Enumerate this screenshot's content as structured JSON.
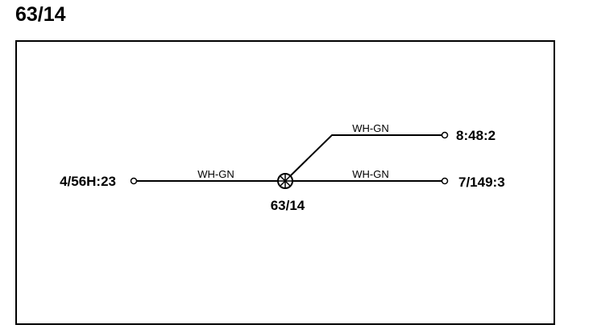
{
  "title": "63/14",
  "splice": {
    "label": "63/14"
  },
  "connectors": [
    {
      "id": "left",
      "label": "4/56H:23"
    },
    {
      "id": "top-right",
      "label": "8:48:2"
    },
    {
      "id": "right",
      "label": "7/149:3"
    }
  ],
  "wires": [
    {
      "from": "left",
      "color_label": "WH-GN"
    },
    {
      "from": "top-right",
      "color_label": "WH-GN"
    },
    {
      "from": "right",
      "color_label": "WH-GN"
    }
  ]
}
